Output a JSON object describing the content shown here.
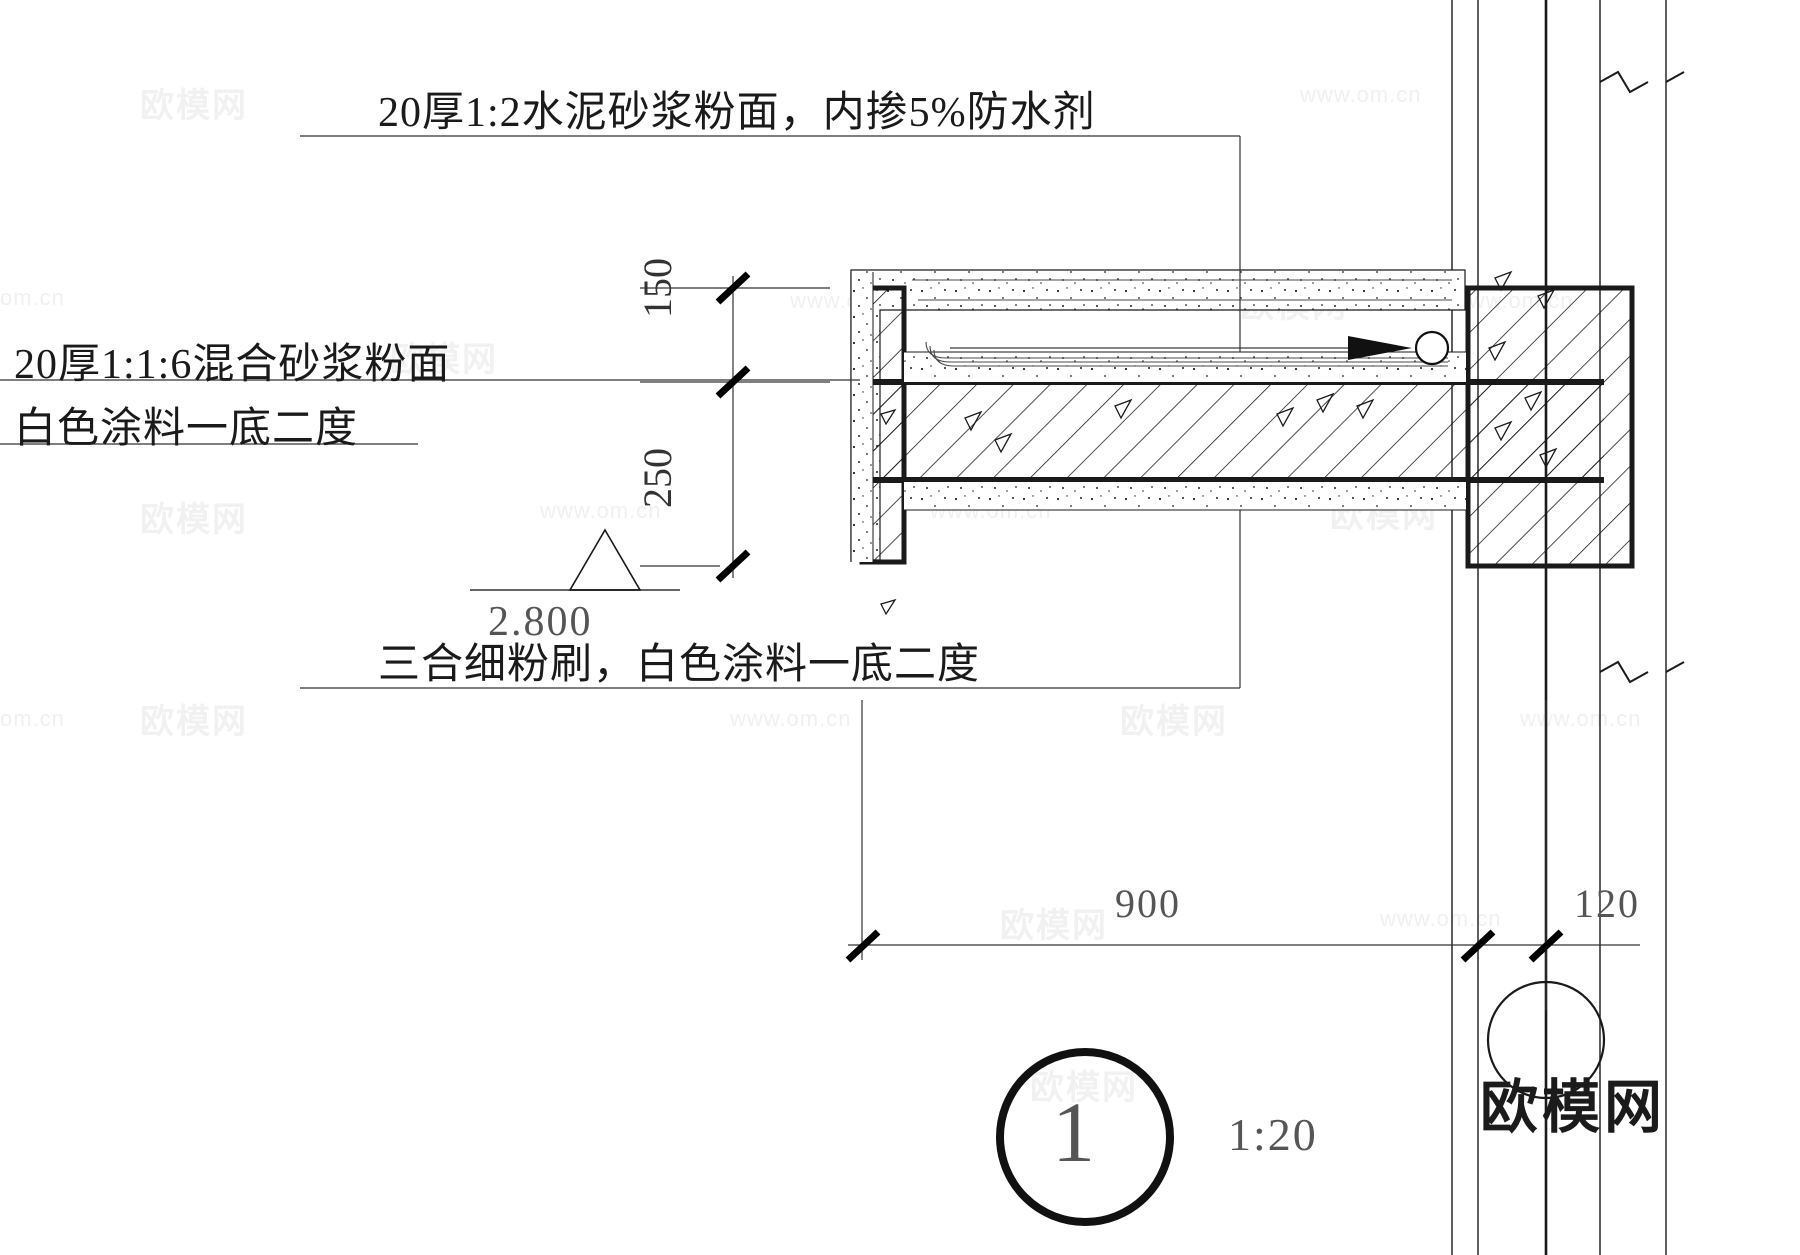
{
  "drawing": {
    "type": "cad-detail-section",
    "title_number": "1",
    "scale": "1:20",
    "elevation_marker": "2.800"
  },
  "annotations": {
    "top_note": "20厚1:2水泥砂浆粉面，内掺5%防水剂",
    "left_note_line1": "20厚1:1:6混合砂浆粉面",
    "left_note_line2": "白色涂料一底二度",
    "bottom_note": "三合细粉刷，白色涂料一底二度"
  },
  "dimensions": {
    "vertical_upper": "150",
    "vertical_lower": "250",
    "horizontal_main": "900",
    "horizontal_wall": "120"
  },
  "watermarks": {
    "url": "www.om.cn",
    "url_alt": "om.cn",
    "brand": "欧模网",
    "logo": "欧模网"
  },
  "colors": {
    "line": "#1a1a1a",
    "thin_line": "#555555",
    "hatch": "#000000",
    "watermark": "#f0f0f0",
    "background": "#ffffff"
  }
}
